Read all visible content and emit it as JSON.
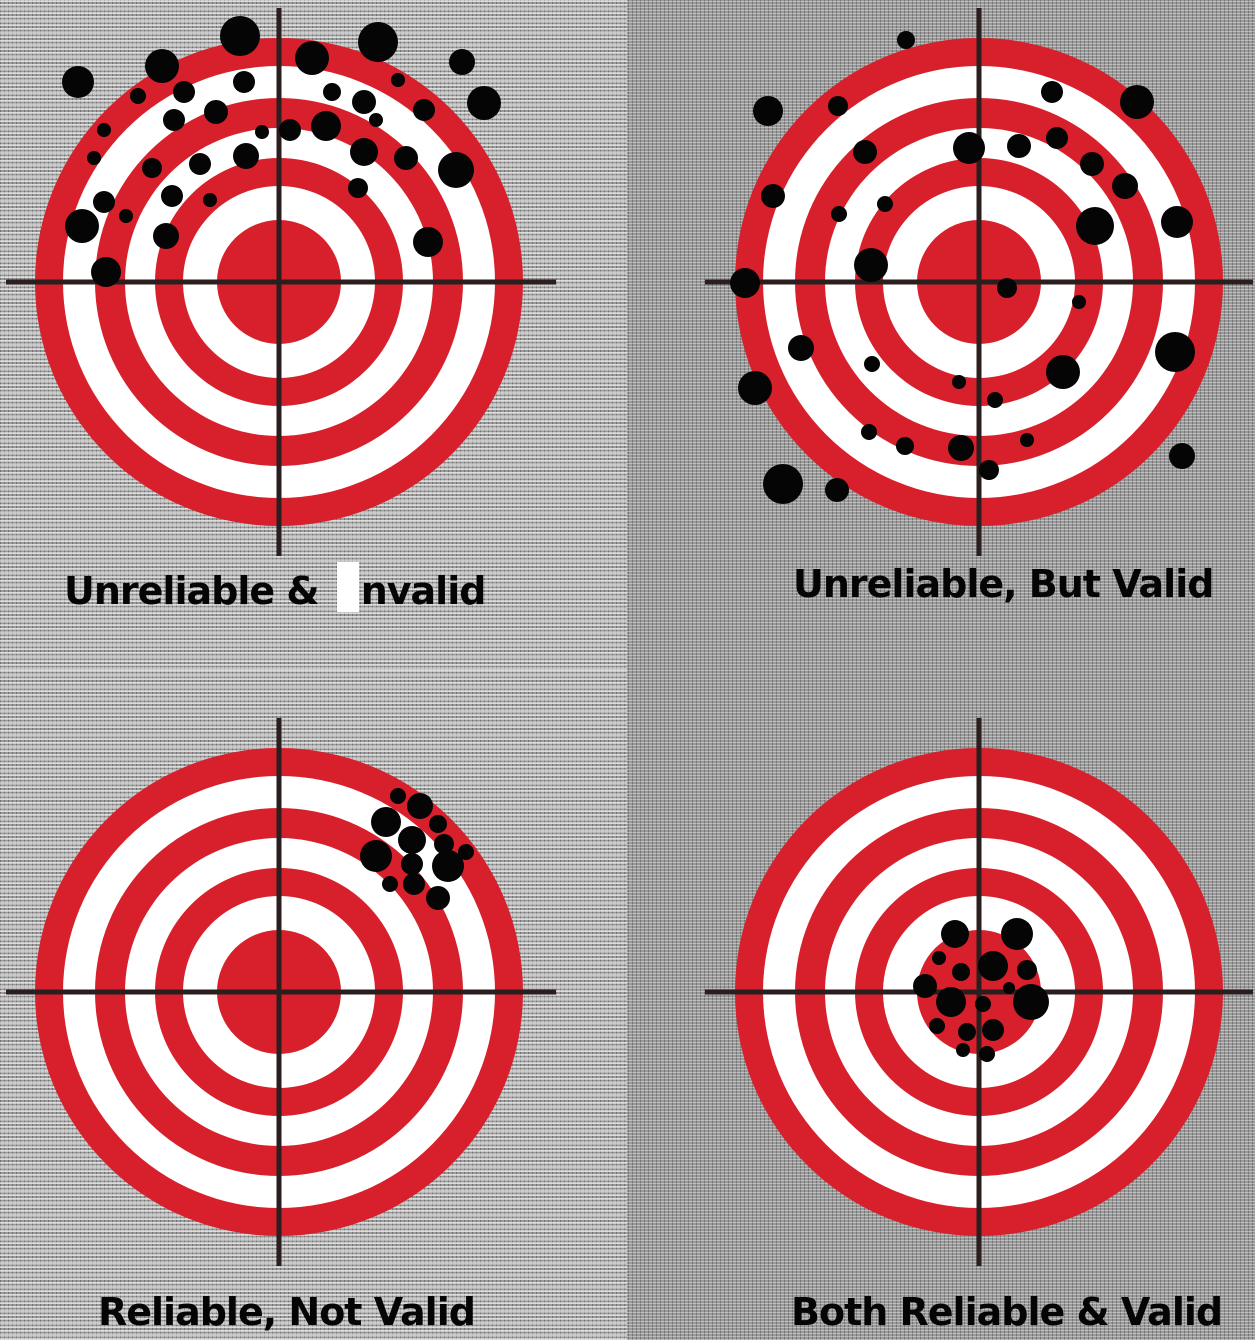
{
  "colors": {
    "ring": "#d7202b",
    "hole": "#050505",
    "crosshair": "#2a1e1e"
  },
  "panels": [
    {
      "id": "tl",
      "caption_parts": [
        "Unreliable & ",
        "nvalid"
      ]
    },
    {
      "id": "tr",
      "caption": "Unreliable, But Valid"
    },
    {
      "id": "bl",
      "caption": "Reliable, Not Valid"
    },
    {
      "id": "br",
      "caption": "Both Reliable & Valid"
    }
  ]
}
